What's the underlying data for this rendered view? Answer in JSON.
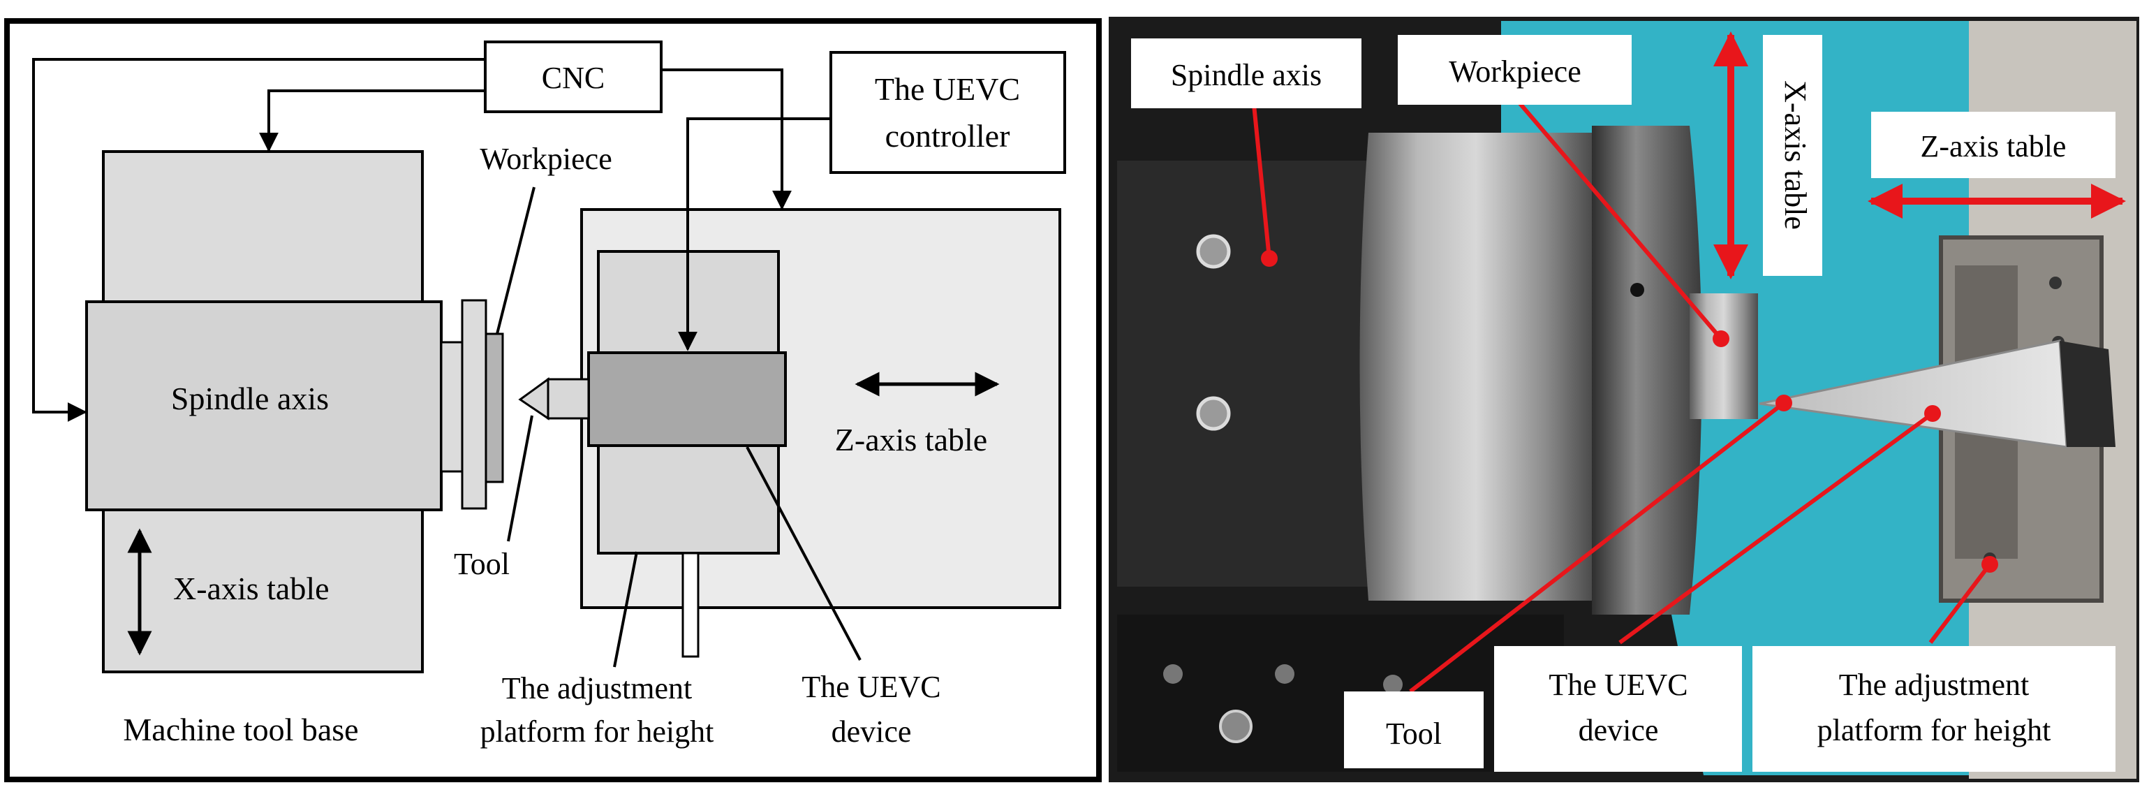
{
  "left_panel": {
    "cnc": "CNC",
    "uevc_controller_line1": "The UEVC",
    "uevc_controller_line2": "controller",
    "workpiece": "Workpiece",
    "spindle_axis": "Spindle axis",
    "z_axis_table": "Z-axis table",
    "x_axis_table": "X-axis table",
    "tool": "Tool",
    "machine_tool_base": "Machine tool base",
    "adjustment_line1": "The adjustment",
    "adjustment_line2": "platform for height",
    "uevc_device_line1": "The UEVC",
    "uevc_device_line2": "device"
  },
  "right_panel": {
    "spindle_axis": "Spindle axis",
    "workpiece": "Workpiece",
    "x_axis_table": "X-axis table",
    "z_axis_table": "Z-axis table",
    "tool": "Tool",
    "uevc_device_line1": "The UEVC",
    "uevc_device_line2": "device",
    "adjustment_line1": "The adjustment",
    "adjustment_line2": "platform for height"
  },
  "colors": {
    "line": "#000000",
    "box_fill": "#dcdcdc",
    "box_fill_dark": "#a8a8a8",
    "annotation_red": "#e8161b",
    "photo_cyan": "#33b3c6"
  }
}
